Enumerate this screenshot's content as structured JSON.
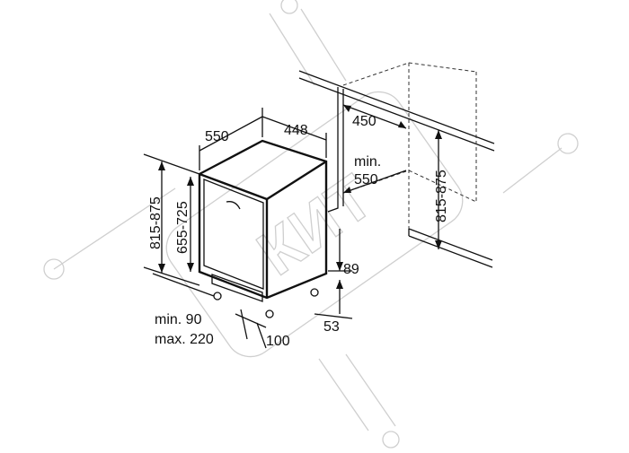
{
  "watermark": {
    "text": "КИТ"
  },
  "dimensions": {
    "depth": "550",
    "width": "448",
    "height_range": "815-875",
    "door_height": "655-725",
    "niche_width": "450",
    "niche_depth_label": "min.",
    "niche_depth_value": "550",
    "niche_height": "815-875",
    "plinth_height": "89",
    "foot_height": "53",
    "plinth_min": "min. 90",
    "plinth_max": "max. 220",
    "plinth_offset": "100"
  }
}
